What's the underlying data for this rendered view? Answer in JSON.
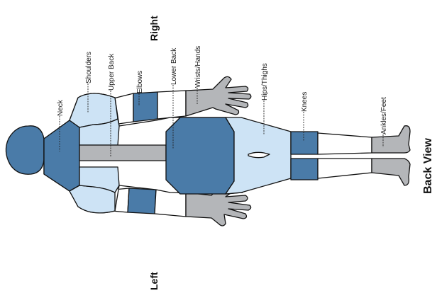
{
  "view_title": "Back View",
  "side_labels": {
    "right": "Right",
    "left": "Left"
  },
  "regions": [
    {
      "id": "neck",
      "label": "Neck"
    },
    {
      "id": "shoulders",
      "label": "Shoulders"
    },
    {
      "id": "upper-back",
      "label": "Upper Back"
    },
    {
      "id": "elbows",
      "label": "Elbows"
    },
    {
      "id": "lower-back",
      "label": "Lower Back"
    },
    {
      "id": "wrists-hands",
      "label": "Wrists/Hands"
    },
    {
      "id": "hips-thighs",
      "label": "Hips/Thighs"
    },
    {
      "id": "knees",
      "label": "Knees"
    },
    {
      "id": "ankles-feet",
      "label": "Ankles/Feet"
    }
  ],
  "colors": {
    "dark": "#4a7ba8",
    "light": "#cde3f5",
    "gray": "#b4b6b9",
    "white": "#ffffff",
    "outline": "#111111"
  }
}
